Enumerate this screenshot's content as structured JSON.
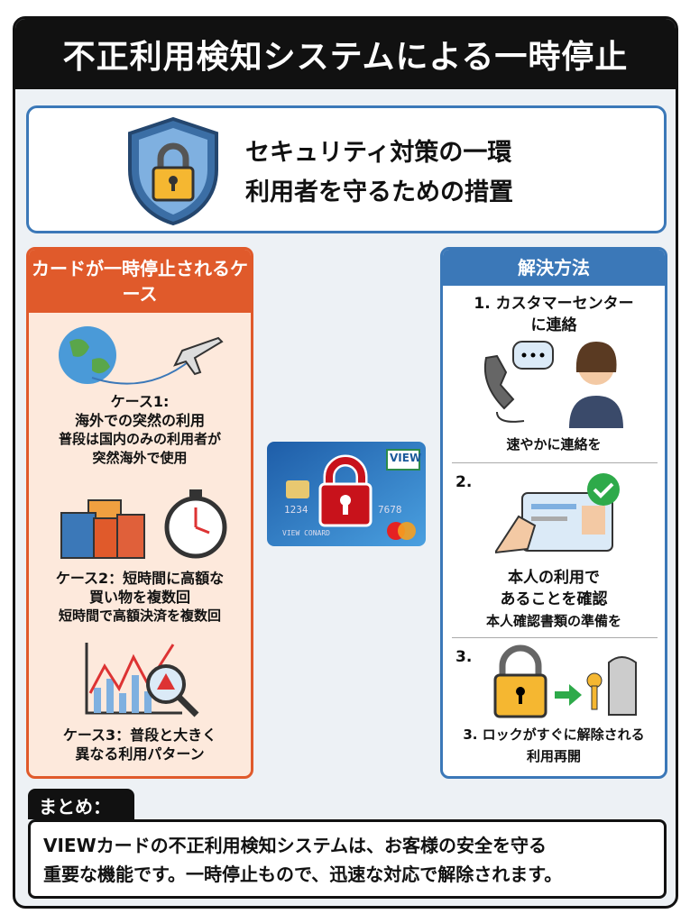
{
  "title": "不正利用検知システムによる一時停止",
  "top": {
    "line1": "セキュリティ対策の一環",
    "line2": "利用者を守るための措置",
    "icon": "shield-lock-icon"
  },
  "left": {
    "header": "カードが一時停止されるケース",
    "cases": [
      {
        "title": "ケース1:",
        "subtitle": "海外での突然の利用",
        "desc1": "普段は国内のみの利用者が",
        "desc2": "突然海外で使用",
        "icon": "globe-airplane-icon"
      },
      {
        "title": "ケース2：短時間に高額な",
        "subtitle": "買い物を複数回",
        "desc1": "短時間で高額決済を複数回",
        "icon": "shopping-bags-stopwatch-icon"
      },
      {
        "title": "ケース3：普段と大きく",
        "subtitle": "異なる利用パターン",
        "icon": "chart-magnifier-alert-icon"
      }
    ]
  },
  "card": {
    "brand": "VIEW",
    "number_left": "1234",
    "number_right": "7678",
    "holder": "VIEW CONARD",
    "icon": "locked-credit-card-icon"
  },
  "right": {
    "header": "解決方法",
    "steps": [
      {
        "title1": "1. カスタマーセンター",
        "title2": "に連絡",
        "desc": "速やかに連絡を",
        "icon": "phone-operator-icon"
      },
      {
        "num": "2.",
        "title1": "本人の利用で",
        "title2": "あることを確認",
        "desc": "本人確認書類の準備を",
        "icon": "id-card-check-icon"
      },
      {
        "num": "3.",
        "title1": "3. ロックがすぐに解除される",
        "desc": "利用再開",
        "icon": "unlock-key-icon"
      }
    ]
  },
  "summary": {
    "label": "まとめ：",
    "line1": "VIEWカードの不正利用検知システムは、お客様の安全を守る",
    "line2": "重要な機能です。一時停止もので、迅速な対応で解除されます。"
  },
  "colors": {
    "orange": "#e05a2b",
    "blue": "#3b78b8",
    "lock_red": "#c8121b"
  }
}
